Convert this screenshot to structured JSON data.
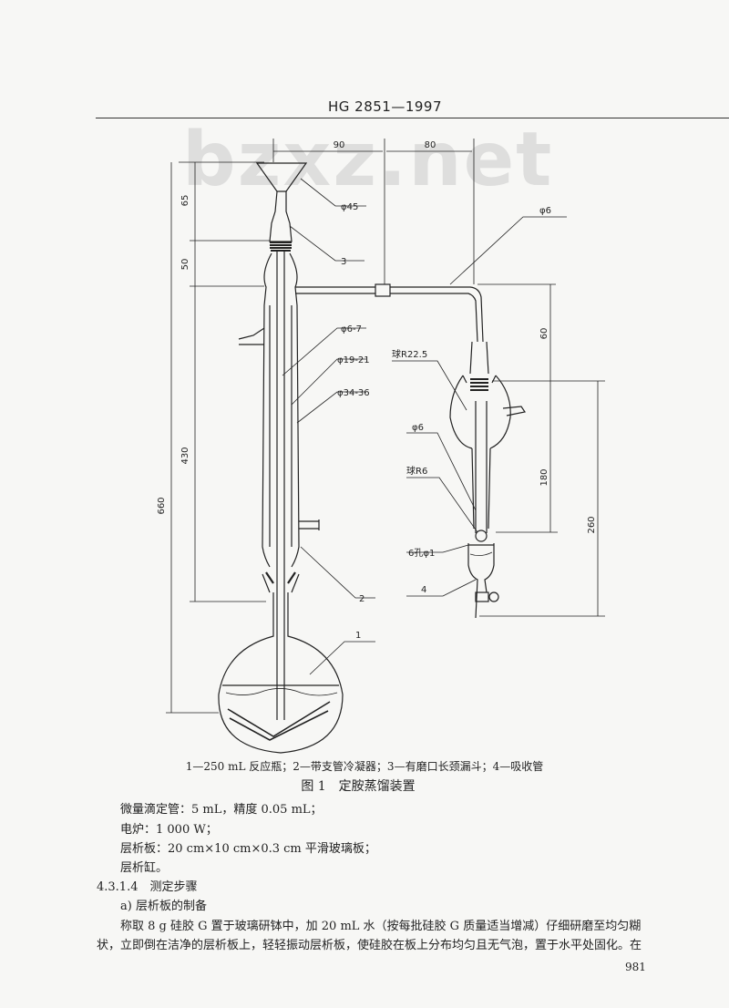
{
  "header": {
    "standard": "HG 2851—1997"
  },
  "watermark": "bzxz.net",
  "figure": {
    "dimensions": {
      "w90": "90",
      "w80": "80",
      "h65": "65",
      "h50": "50",
      "h430": "430",
      "h660": "660",
      "h60": "60",
      "h180": "180",
      "h260": "260"
    },
    "labels": {
      "phi45": "φ45",
      "phi6_top": "φ6",
      "phi6_7": "φ6-7",
      "phi19_21": "φ19-21",
      "phi34_36": "φ34-36",
      "ball_r22": "球R22.5",
      "phi6_mid": "φ6",
      "ball_r6": "球R6",
      "holes": "6孔φ1",
      "part3": "3",
      "part2": "2",
      "part1": "1",
      "part4": "4"
    },
    "caption": "1—250 mL 反应瓶；2—带支管冷凝器；3—有磨口长颈漏斗；4—吸收管",
    "number": "图 1",
    "title": "定胺蒸馏装置"
  },
  "body": {
    "line1": "微量滴定管：5 mL，精度 0.05 mL；",
    "line2": "电炉：1 000 W；",
    "line3": "层析板：20 cm×10 cm×0.3 cm 平滑玻璃板；",
    "line4": "层析缸。",
    "section": "4.3.1.4　测定步骤",
    "subsection": "a) 层析板的制备",
    "para1": "称取 8 g 硅胶 G 置于玻璃研钵中，加 20 mL 水（按每批硅胶 G 质量适当增减）仔细研磨至均匀糊",
    "para2": "状，立即倒在洁净的层析板上，轻轻振动层析板，使硅胶在板上分布均匀且无气泡，置于水平处固化。在"
  },
  "page_number": "981"
}
